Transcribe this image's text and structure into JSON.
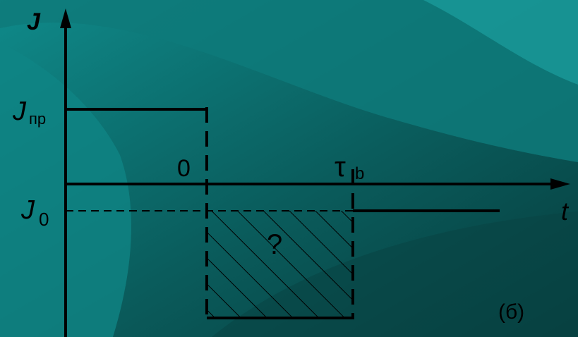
{
  "labels": {
    "y_axis": "J",
    "x_axis": "t",
    "j_pr_main": "J",
    "j_pr_sub": "пр",
    "j0_main": "J",
    "j0_sub": "0",
    "zero": "0",
    "tau_main": "τ",
    "tau_sub": "b",
    "question": "?",
    "figure_tag": "(б)"
  },
  "colors": {
    "background_dark": "#0b4f4f",
    "background_teal": "#0e7d7d",
    "background_light": "#1a9a9a",
    "ink": "#000000"
  }
}
